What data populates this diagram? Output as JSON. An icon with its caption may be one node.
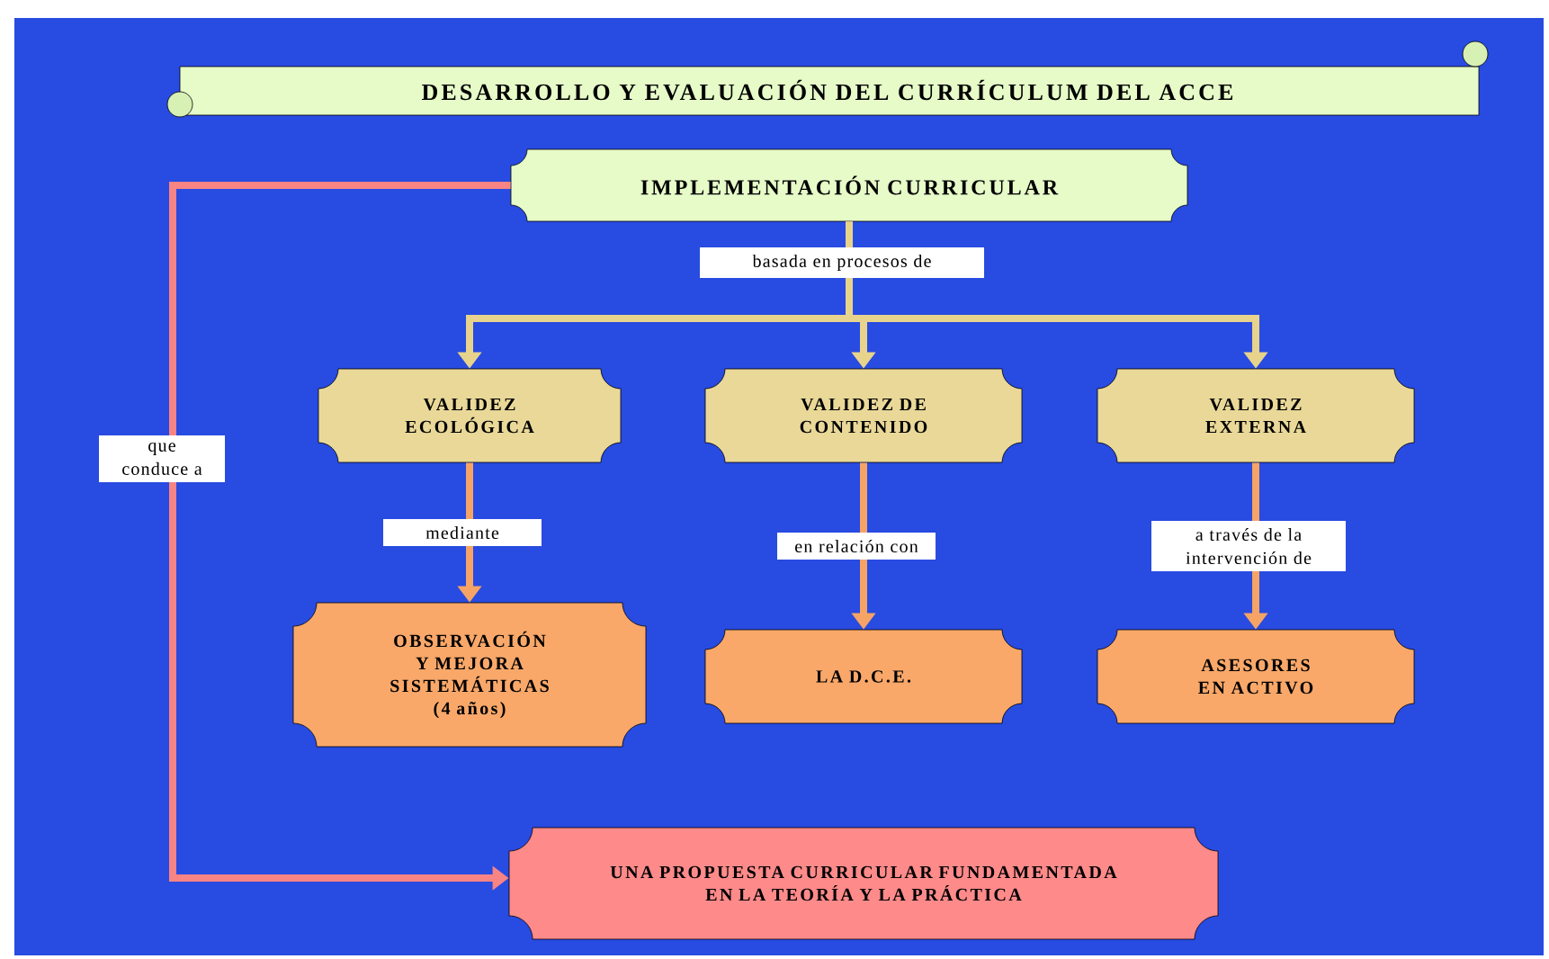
{
  "diagram": {
    "title": "DESARROLLO Y EVALUACIÓN DEL CURRÍCULUM DEL ACCE",
    "nodes": [
      {
        "text": [
          "IMPLEMENTACIÓN CURRICULAR"
        ]
      },
      {
        "text": [
          "VALIDEZ ECOLÓGICA"
        ]
      },
      {
        "text": [
          "VALIDEZ DE CONTENIDO"
        ]
      },
      {
        "text": [
          "VALIDEZ EXTERNA"
        ]
      },
      {
        "text": [
          "OBSERVACIÓN Y MEJORA SISTEMÁTICAS (4 años)"
        ]
      },
      {
        "text": [
          "LA D.C.E."
        ]
      },
      {
        "text": [
          "ASESORES EN ACTIVO"
        ]
      },
      {
        "text": [
          "UNA PROPUESTA CURRICULAR FUNDAMENTADA EN LA TEORÍA Y LA PRÁCTICA"
        ]
      }
    ],
    "edges": [
      {
        "from": 0,
        "to": 1,
        "arrow": "to",
        "color": "#e8d38c"
      },
      {
        "from": 0,
        "to": 2,
        "arrow": "to",
        "color": "#e8d38c",
        "label": "basada en procesos de"
      },
      {
        "from": 0,
        "to": 3,
        "arrow": "to",
        "color": "#e8d38c"
      },
      {
        "from": 1,
        "to": 4,
        "arrow": "to",
        "color": "#f6a466",
        "label": "mediante"
      },
      {
        "from": 2,
        "to": 5,
        "arrow": "to",
        "color": "#f6a466",
        "label": "en relación con"
      },
      {
        "from": 3,
        "to": 6,
        "arrow": "to",
        "color": "#f6a466",
        "label": "a través de la intervención de"
      },
      {
        "from": 0,
        "to": 7,
        "arrow": "to",
        "color": "#f88484",
        "label": "que conduce a"
      }
    ]
  }
}
